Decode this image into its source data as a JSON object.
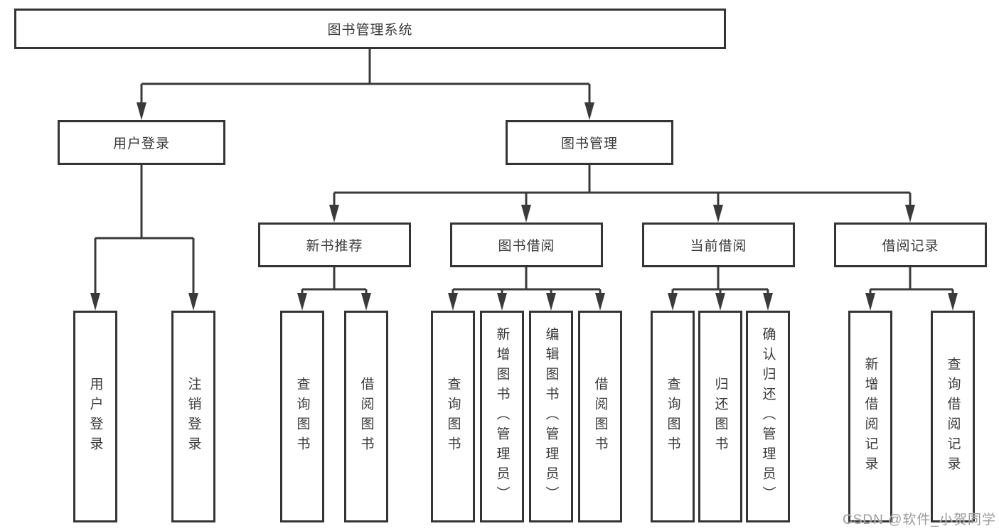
{
  "diagram": {
    "root": {
      "label": "图书管理系统"
    },
    "user_branch": {
      "label": "用户登录",
      "children": [
        {
          "label": "用户登录"
        },
        {
          "label": "注销登录"
        }
      ]
    },
    "book_branch": {
      "label": "图书管理",
      "sections": [
        {
          "label": "新书推荐",
          "children": [
            {
              "label": "查询图书"
            },
            {
              "label": "借阅图书"
            }
          ]
        },
        {
          "label": "图书借阅",
          "children": [
            {
              "label": "查询图书"
            },
            {
              "label": "新增图书（管理员）"
            },
            {
              "label": "编辑图书（管理员）"
            },
            {
              "label": "借阅图书"
            }
          ]
        },
        {
          "label": "当前借阅",
          "children": [
            {
              "label": "查询图书"
            },
            {
              "label": "归还图书"
            },
            {
              "label": "确认归还（管理员）"
            }
          ]
        },
        {
          "label": "借阅记录",
          "children": [
            {
              "label": "新增借阅记录"
            },
            {
              "label": "查询借阅记录"
            }
          ]
        }
      ]
    },
    "watermark": "CSDN @软件_小贺同学"
  },
  "colors": {
    "line": "#3a3a3a",
    "box_border": "#343434",
    "text": "#3a3a3a",
    "background": "#ffffff",
    "watermark": "#9c9c9c"
  }
}
